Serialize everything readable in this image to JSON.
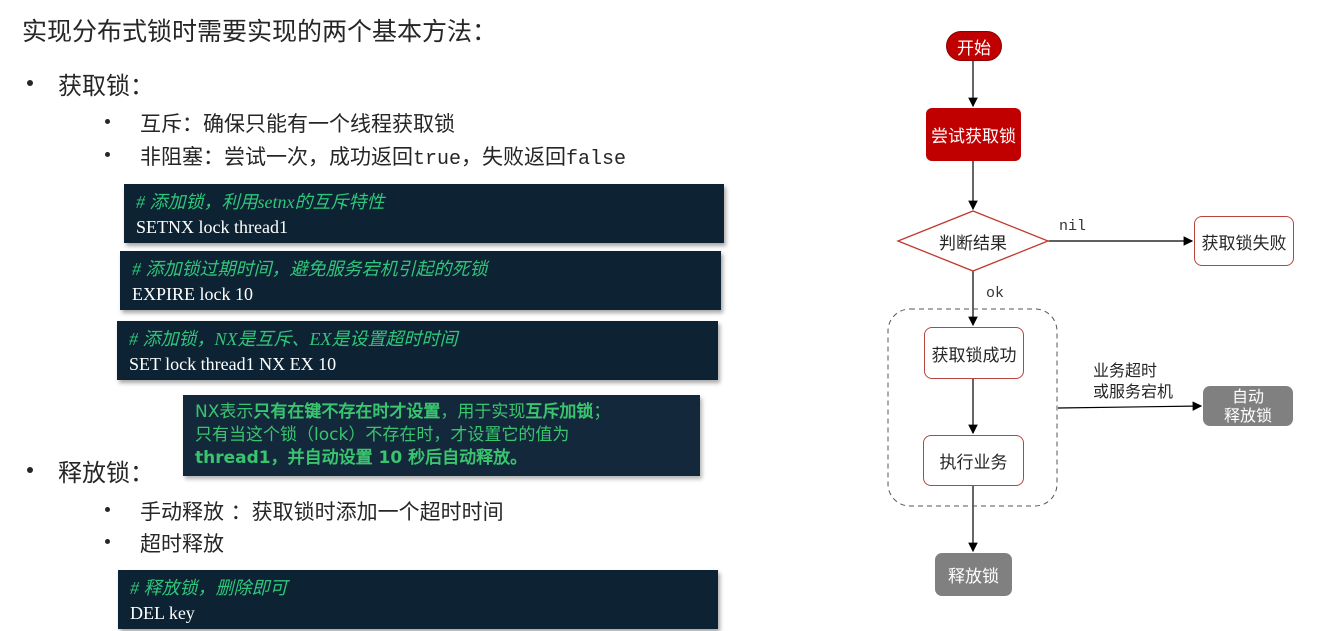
{
  "title": "实现分布式锁时需要实现的两个基本方法：",
  "acquire": {
    "heading": "获取锁：",
    "items": [
      "互斥：确保只能有一个线程获取锁",
      "非阻塞：尝试一次，成功返回",
      "true",
      "，失败返回",
      "false"
    ]
  },
  "code1": {
    "comment": "# 添加锁，利用setnx的互斥特性",
    "line": "SETNX lock thread1"
  },
  "code2": {
    "comment": "# 添加锁过期时间，避免服务宕机引起的死锁",
    "line": "EXPIRE lock 10"
  },
  "code3": {
    "comment": "# 添加锁，NX是互斥、EX是设置超时时间",
    "line": "SET lock thread1 NX EX 10"
  },
  "note": {
    "p1": "NX表示",
    "p2": "只有在键不存在时才设置",
    "p3": "，用于实现",
    "p4": "互斥加锁",
    "p5": "；",
    "p6": "只有当这个锁（lock）不存在时，才设置它的值为",
    "p7": "thread1，并自动设置 10 秒后自动释放。"
  },
  "release": {
    "heading": "释放锁：",
    "items": [
      "手动释放 ：获取锁时添加一个超时时间",
      "超时释放"
    ]
  },
  "code4": {
    "comment": "# 释放锁，删除即可",
    "line": "DEL key"
  },
  "flow": {
    "start": "开始",
    "try": "尝试获取锁",
    "judge": "判断结果",
    "nil_label": "nil",
    "fail": "获取锁失败",
    "ok_label": "ok",
    "success": "获取锁成功",
    "exec": "执行业务",
    "timeout_label_1": "业务超时",
    "timeout_label_2": "或服务宕机",
    "auto_release_1": "自动",
    "auto_release_2": "释放锁",
    "release": "释放锁",
    "colors": {
      "red": "#c00000",
      "border_red": "#b8433f",
      "gray": "#808080"
    }
  }
}
